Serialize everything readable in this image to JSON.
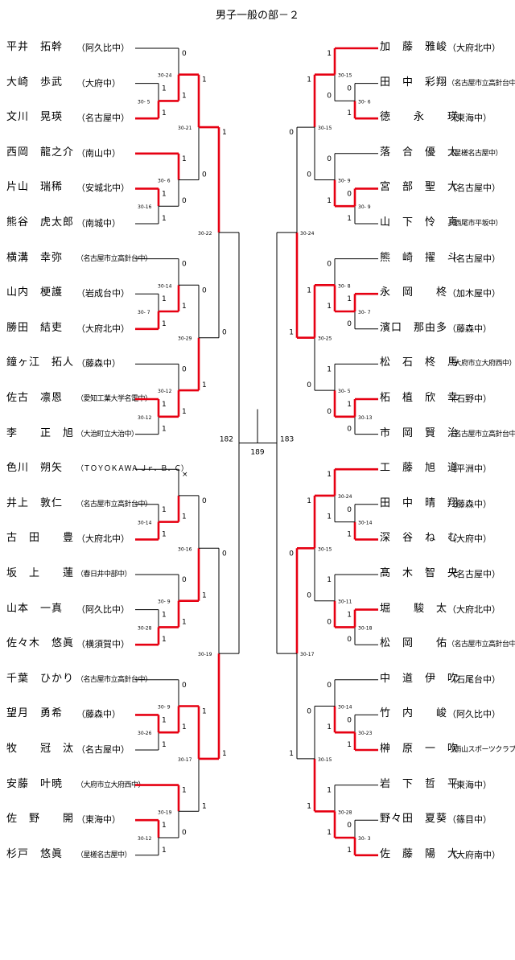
{
  "title": "男子一般の部－２",
  "final": {
    "left": "182",
    "center": "189",
    "right": "183",
    "center_score": ""
  },
  "colors": {
    "win": "#e60012",
    "line": "#000000"
  },
  "left": {
    "players": [
      {
        "name": "平井　拓幹",
        "team": "（阿久比中）"
      },
      {
        "name": "大崎　歩武",
        "team": "（大府中）"
      },
      {
        "name": "文川　晃瑛",
        "team": "（名古屋中）"
      },
      {
        "name": "西岡　龍之介",
        "team": "（南山中）"
      },
      {
        "name": "片山　瑞稀",
        "team": "（安城北中）"
      },
      {
        "name": "熊谷　虎太郎",
        "team": "（南城中）"
      },
      {
        "name": "横溝　幸弥",
        "team": "（名古屋市立高針台中）",
        "small": true
      },
      {
        "name": "山内　梗護",
        "team": "（岩成台中）"
      },
      {
        "name": "勝田　結吏",
        "team": "（大府北中）"
      },
      {
        "name": "鐘ヶ江　拓人",
        "team": "（藤森中）"
      },
      {
        "name": "佐古　凛恩",
        "team": "（愛知工業大学名電中）",
        "small": true
      },
      {
        "name": "李　　正　旭",
        "team": "（大治町立大治中）",
        "small": true
      },
      {
        "name": "色川　朔矢",
        "team": "（ＴＯＹＯＫＡＷＡ Ｊｒ．Ｂ．Ｃ）",
        "small": true
      },
      {
        "name": "井上　敦仁",
        "team": "（名古屋市立高針台中）",
        "small": true
      },
      {
        "name": "古　田　　豊",
        "team": "（大府北中）"
      },
      {
        "name": "坂　上　　蓮",
        "team": "（春日井中部中）",
        "small": true
      },
      {
        "name": "山本　一真",
        "team": "（阿久比中）"
      },
      {
        "name": "佐々木　悠眞",
        "team": "（横須賀中）"
      },
      {
        "name": "千葉　ひかり",
        "team": "（名古屋市立高針台中）",
        "small": true
      },
      {
        "name": "望月　勇希",
        "team": "（藤森中）"
      },
      {
        "name": "牧　　冠　汰",
        "team": "（名古屋中）"
      },
      {
        "name": "安藤　叶暁",
        "team": "（大府市立大府西中）",
        "small": true
      },
      {
        "name": "佐　野　　開",
        "team": "（東海中）"
      },
      {
        "name": "杉戸　悠眞",
        "team": "（星槎名古屋中）",
        "small": true
      }
    ],
    "r1": [
      {
        "winner": 1,
        "score": "30- 5",
        "marks": [
          "1",
          "1"
        ]
      },
      {
        "winner": 0,
        "score": "30-16",
        "marks": [
          "1",
          "1"
        ]
      },
      {
        "winner": 1,
        "score": "30- 7",
        "marks": [
          "1",
          "1"
        ]
      },
      {
        "winner": 0,
        "score": "30-12",
        "marks": [
          "1",
          "1"
        ]
      },
      {
        "winner": 1,
        "score": "30-14",
        "marks": [
          "1",
          "1"
        ]
      },
      {
        "winner": 1,
        "score": "30-28",
        "marks": [
          "1",
          "1"
        ]
      },
      {
        "winner": 0,
        "score": "30-26",
        "marks": [
          "1",
          "1"
        ]
      },
      {
        "winner": 0,
        "score": "30-12",
        "marks": [
          "1",
          "1"
        ]
      }
    ],
    "r2": [
      {
        "winner": 1,
        "score": "30-24",
        "marks": [
          "0",
          "1"
        ]
      },
      {
        "winner": 0,
        "score": "30- 6",
        "marks": [
          "1",
          "0"
        ]
      },
      {
        "winner": 1,
        "score": "30-14",
        "marks": [
          "0",
          "1"
        ]
      },
      {
        "winner": 1,
        "score": "30-12",
        "marks": [
          "0",
          "1"
        ]
      },
      {
        "winner": 1,
        "score": "",
        "marks": [
          "×",
          "1"
        ]
      },
      {
        "winner": 1,
        "score": "30- 9",
        "marks": [
          "0",
          "1"
        ]
      },
      {
        "winner": 1,
        "score": "30- 9",
        "marks": [
          "0",
          "1"
        ]
      },
      {
        "winner": 0,
        "score": "30-19",
        "marks": [
          "1",
          "0"
        ]
      }
    ],
    "r3": [
      {
        "winner": 0,
        "score": "30-21",
        "marks": [
          "1",
          "0"
        ]
      },
      {
        "winner": 1,
        "score": "30-29",
        "marks": [
          "0",
          "1"
        ]
      },
      {
        "winner": 1,
        "score": "30-16",
        "marks": [
          "0",
          "1"
        ]
      },
      {
        "winner": 0,
        "score": "30-17",
        "marks": [
          "1",
          "1"
        ]
      }
    ],
    "r4": [
      {
        "winner": 0,
        "score": "30-22",
        "marks": [
          "1",
          "0"
        ]
      },
      {
        "winner": 1,
        "score": "30-19",
        "marks": [
          "0",
          "1"
        ]
      }
    ]
  },
  "right": {
    "players": [
      {
        "name": "加　藤　雅峻",
        "team": "（大府北中）"
      },
      {
        "name": "田　中　彩翔",
        "team": "（名古屋市立高針台中）",
        "small": true
      },
      {
        "name": "徳　　永　　瑛",
        "team": "（東海中）"
      },
      {
        "name": "落　合　優　太",
        "team": "（星槎名古屋中）",
        "small": true
      },
      {
        "name": "宮　部　聖　大",
        "team": "（名古屋中）"
      },
      {
        "name": "山　下　怜　真",
        "team": "（西尾市平坂中）",
        "small": true
      },
      {
        "name": "熊　崎　擢　斗",
        "team": "（名古屋中）"
      },
      {
        "name": "永　岡　　柊",
        "team": "（加木屋中）"
      },
      {
        "name": "濱口　那由多",
        "team": "（藤森中）"
      },
      {
        "name": "松　石　柊　馬",
        "team": "（大府市立大府西中）",
        "small": true
      },
      {
        "name": "柘　植　欣　幸",
        "team": "（石野中）"
      },
      {
        "name": "市　岡　賢　治",
        "team": "（名古屋市立高針台中）",
        "small": true
      },
      {
        "name": "工　藤　旭　道",
        "team": "（平洲中）"
      },
      {
        "name": "田　中　晴　翔",
        "team": "（藤森中）"
      },
      {
        "name": "深　谷　ね　む",
        "team": "（大府中）"
      },
      {
        "name": "髙　木　智　央",
        "team": "（名古屋中）"
      },
      {
        "name": "堀　　駿　太",
        "team": "（大府北中）"
      },
      {
        "name": "松　岡　　佑",
        "team": "（名古屋市立高針台中）",
        "small": true
      },
      {
        "name": "中　道　伊　吹",
        "team": "（石尾台中）"
      },
      {
        "name": "竹　内　　峻",
        "team": "（阿久比中）"
      },
      {
        "name": "榊　原　一　吹",
        "team": "（雨山スポーツクラブ）",
        "small": true
      },
      {
        "name": "岩　下　哲　平",
        "team": "（東海中）"
      },
      {
        "name": "野々田　夏葵",
        "team": "（篠目中）"
      },
      {
        "name": "佐　藤　陽　大",
        "team": "（大府南中）"
      }
    ],
    "r1": [
      {
        "winner": 1,
        "score": "30- 6",
        "marks": [
          "0",
          "1"
        ]
      },
      {
        "winner": 0,
        "score": "30- 9",
        "marks": [
          "0",
          "1"
        ]
      },
      {
        "winner": 0,
        "score": "30- 7",
        "marks": [
          "1",
          "0"
        ]
      },
      {
        "winner": 0,
        "score": "30-13",
        "marks": [
          "1",
          "0"
        ]
      },
      {
        "winner": 1,
        "score": "30-14",
        "marks": [
          "0",
          "1"
        ]
      },
      {
        "winner": 0,
        "score": "30-18",
        "marks": [
          "1",
          "0"
        ]
      },
      {
        "winner": 1,
        "score": "30-23",
        "marks": [
          "0",
          "1"
        ]
      },
      {
        "winner": 1,
        "score": "30- 3",
        "marks": [
          "0",
          "1"
        ]
      }
    ],
    "r2": [
      {
        "winner": 0,
        "score": "30-15",
        "marks": [
          "1",
          "0"
        ]
      },
      {
        "winner": 1,
        "score": "30- 9",
        "marks": [
          "0",
          "1"
        ]
      },
      {
        "winner": 1,
        "score": "30- 8",
        "marks": [
          "0",
          "1"
        ]
      },
      {
        "winner": 1,
        "score": "30- 5",
        "marks": [
          "1",
          "0"
        ]
      },
      {
        "winner": 0,
        "score": "30-24",
        "marks": [
          "1",
          "1"
        ]
      },
      {
        "winner": 1,
        "score": "30-11",
        "marks": [
          "1",
          "0"
        ]
      },
      {
        "winner": 1,
        "score": "30-14",
        "marks": [
          "0",
          "1"
        ]
      },
      {
        "winner": 1,
        "score": "30-28",
        "marks": [
          "1",
          "1"
        ]
      }
    ],
    "r3": [
      {
        "winner": 0,
        "score": "30-15",
        "marks": [
          "1",
          "0"
        ]
      },
      {
        "winner": 0,
        "score": "30-25",
        "marks": [
          "1",
          "0"
        ]
      },
      {
        "winner": 0,
        "score": "30-15",
        "marks": [
          "1",
          "0"
        ]
      },
      {
        "winner": 1,
        "score": "30-15",
        "marks": [
          "0",
          "1"
        ]
      }
    ],
    "r4": [
      {
        "winner": 1,
        "score": "30-24",
        "marks": [
          "0",
          "1"
        ]
      },
      {
        "winner": 0,
        "score": "30-17",
        "marks": [
          "0",
          "1"
        ]
      }
    ]
  }
}
